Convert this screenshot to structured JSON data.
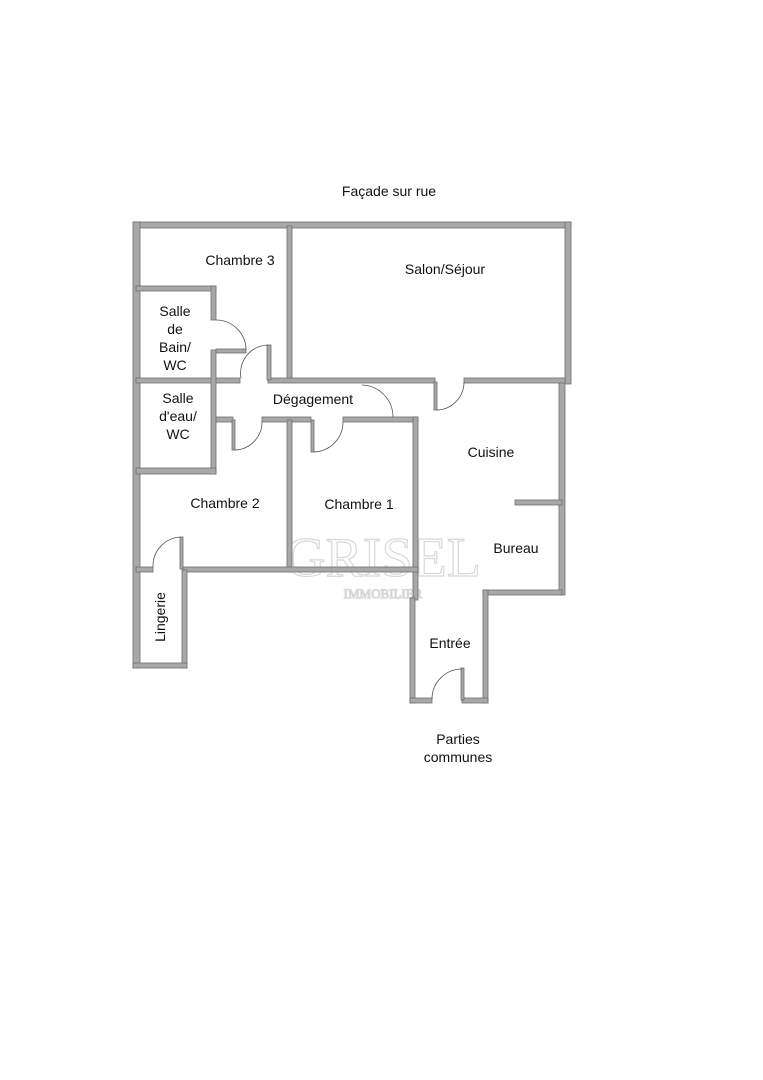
{
  "title_top": "Façade sur rue",
  "title_bottom": [
    "Parties",
    "communes"
  ],
  "rooms": {
    "chambre3": "Chambre 3",
    "salon": "Salon/Séjour",
    "salle_bain": [
      "Salle",
      "de",
      "Bain/",
      "WC"
    ],
    "salle_eau": [
      "Salle",
      "d'eau/",
      "WC"
    ],
    "degagement": "Dégagement",
    "cuisine": "Cuisine",
    "chambre2": "Chambre 2",
    "chambre1": "Chambre 1",
    "bureau": "Bureau",
    "lingerie": "Lingerie",
    "entree": "Entrée"
  },
  "watermark": {
    "name": "GRISEL",
    "sub": "IMMOBILIER"
  },
  "colors": {
    "wall": "#a8a8a8",
    "wall_outline": "#6e6e6e"
  }
}
